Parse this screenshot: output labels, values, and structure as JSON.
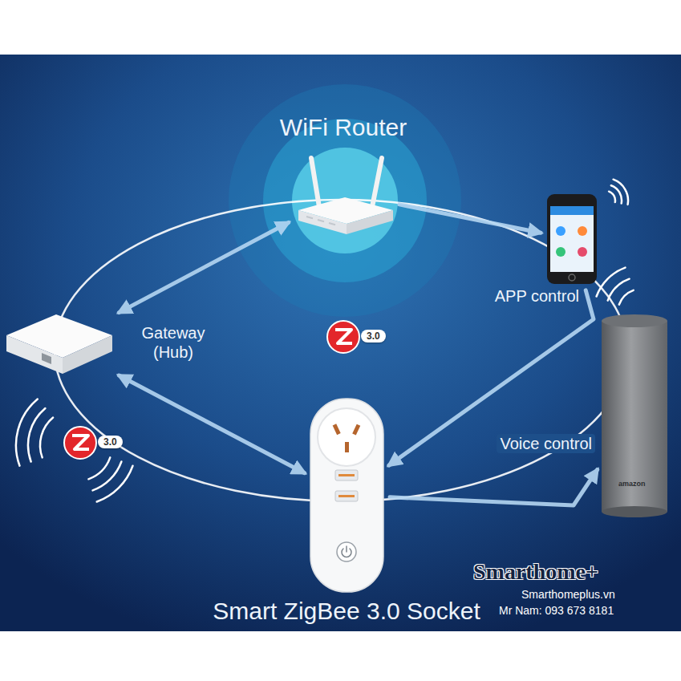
{
  "diagram": {
    "nodes": [
      {
        "text": [
          "WiFi Router"
        ]
      },
      {
        "text": [
          "APP control"
        ]
      },
      {
        "text": [
          "Gateway (Hub)"
        ]
      },
      {
        "text": [
          "Voice control"
        ]
      },
      {
        "text": [
          "Smart ZigBee 3.0 Socket"
        ]
      }
    ],
    "edges": [
      {
        "from": 0,
        "to": 2,
        "arrow": "both"
      },
      {
        "from": 0,
        "to": 1,
        "arrow": "to"
      },
      {
        "from": 1,
        "to": 4,
        "arrow": "to"
      },
      {
        "from": 4,
        "to": 3,
        "arrow": "to"
      },
      {
        "from": 2,
        "to": 4,
        "arrow": "both"
      }
    ],
    "labels": [
      "3.0",
      "3.0",
      "amazon",
      "Smarthome+",
      "Smarthomeplus.vn",
      "Mr Nam: 093 673 8181"
    ]
  }
}
